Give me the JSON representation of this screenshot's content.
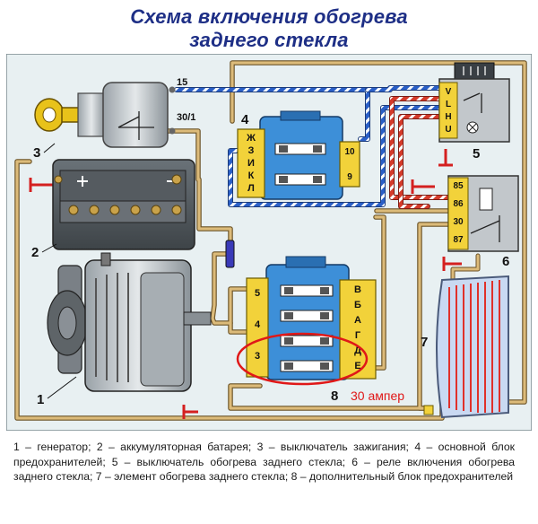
{
  "title": {
    "line1": "Схема включения обогрева",
    "line2": "заднего стекла"
  },
  "components": {
    "generator": "1",
    "battery": "2",
    "ignition_switch": "3",
    "main_fuse_block": "4",
    "heater_switch": "5",
    "heater_relay": "6",
    "heater_element": "7",
    "extra_fuse_block": "8"
  },
  "ignition_terminals": {
    "t15": "15",
    "t30_1": "30/1"
  },
  "main_fuse_block": {
    "left_labels": [
      "Ж",
      "З",
      "И",
      "К",
      "Л"
    ],
    "right_pins": [
      "10",
      "9"
    ]
  },
  "extra_fuse_block": {
    "left_pins": [
      "5",
      "4",
      "3"
    ],
    "right_labels": [
      "В",
      "Б",
      "А",
      "Г",
      "Д",
      "Е"
    ]
  },
  "heater_switch": {
    "pins": [
      "V",
      "L",
      "H",
      "U"
    ]
  },
  "relay_pins": [
    "85",
    "86",
    "30",
    "87"
  ],
  "annotation": "30 ампер",
  "legend": "1 – генератор; 2 – аккумуляторная батарея; 3 – выключатель зажигания; 4 – основной блок предохранителей; 5 – выключатель обогрева заднего стекла; 6 – реле включения обогрева заднего стекла; 7 – элемент обогрева заднего стекла; 8 – дополнительный блок предохранителей",
  "colors": {
    "background": "#e8f0f2",
    "wire_tan": "#c8a66a",
    "wire_blue": "#2a5fc7",
    "wire_red": "#d43a2a",
    "fuse_block": "#f2d23a",
    "fuse_cover": "#3d8fd8",
    "highlight": "#e01818",
    "title": "#1e2f86"
  }
}
